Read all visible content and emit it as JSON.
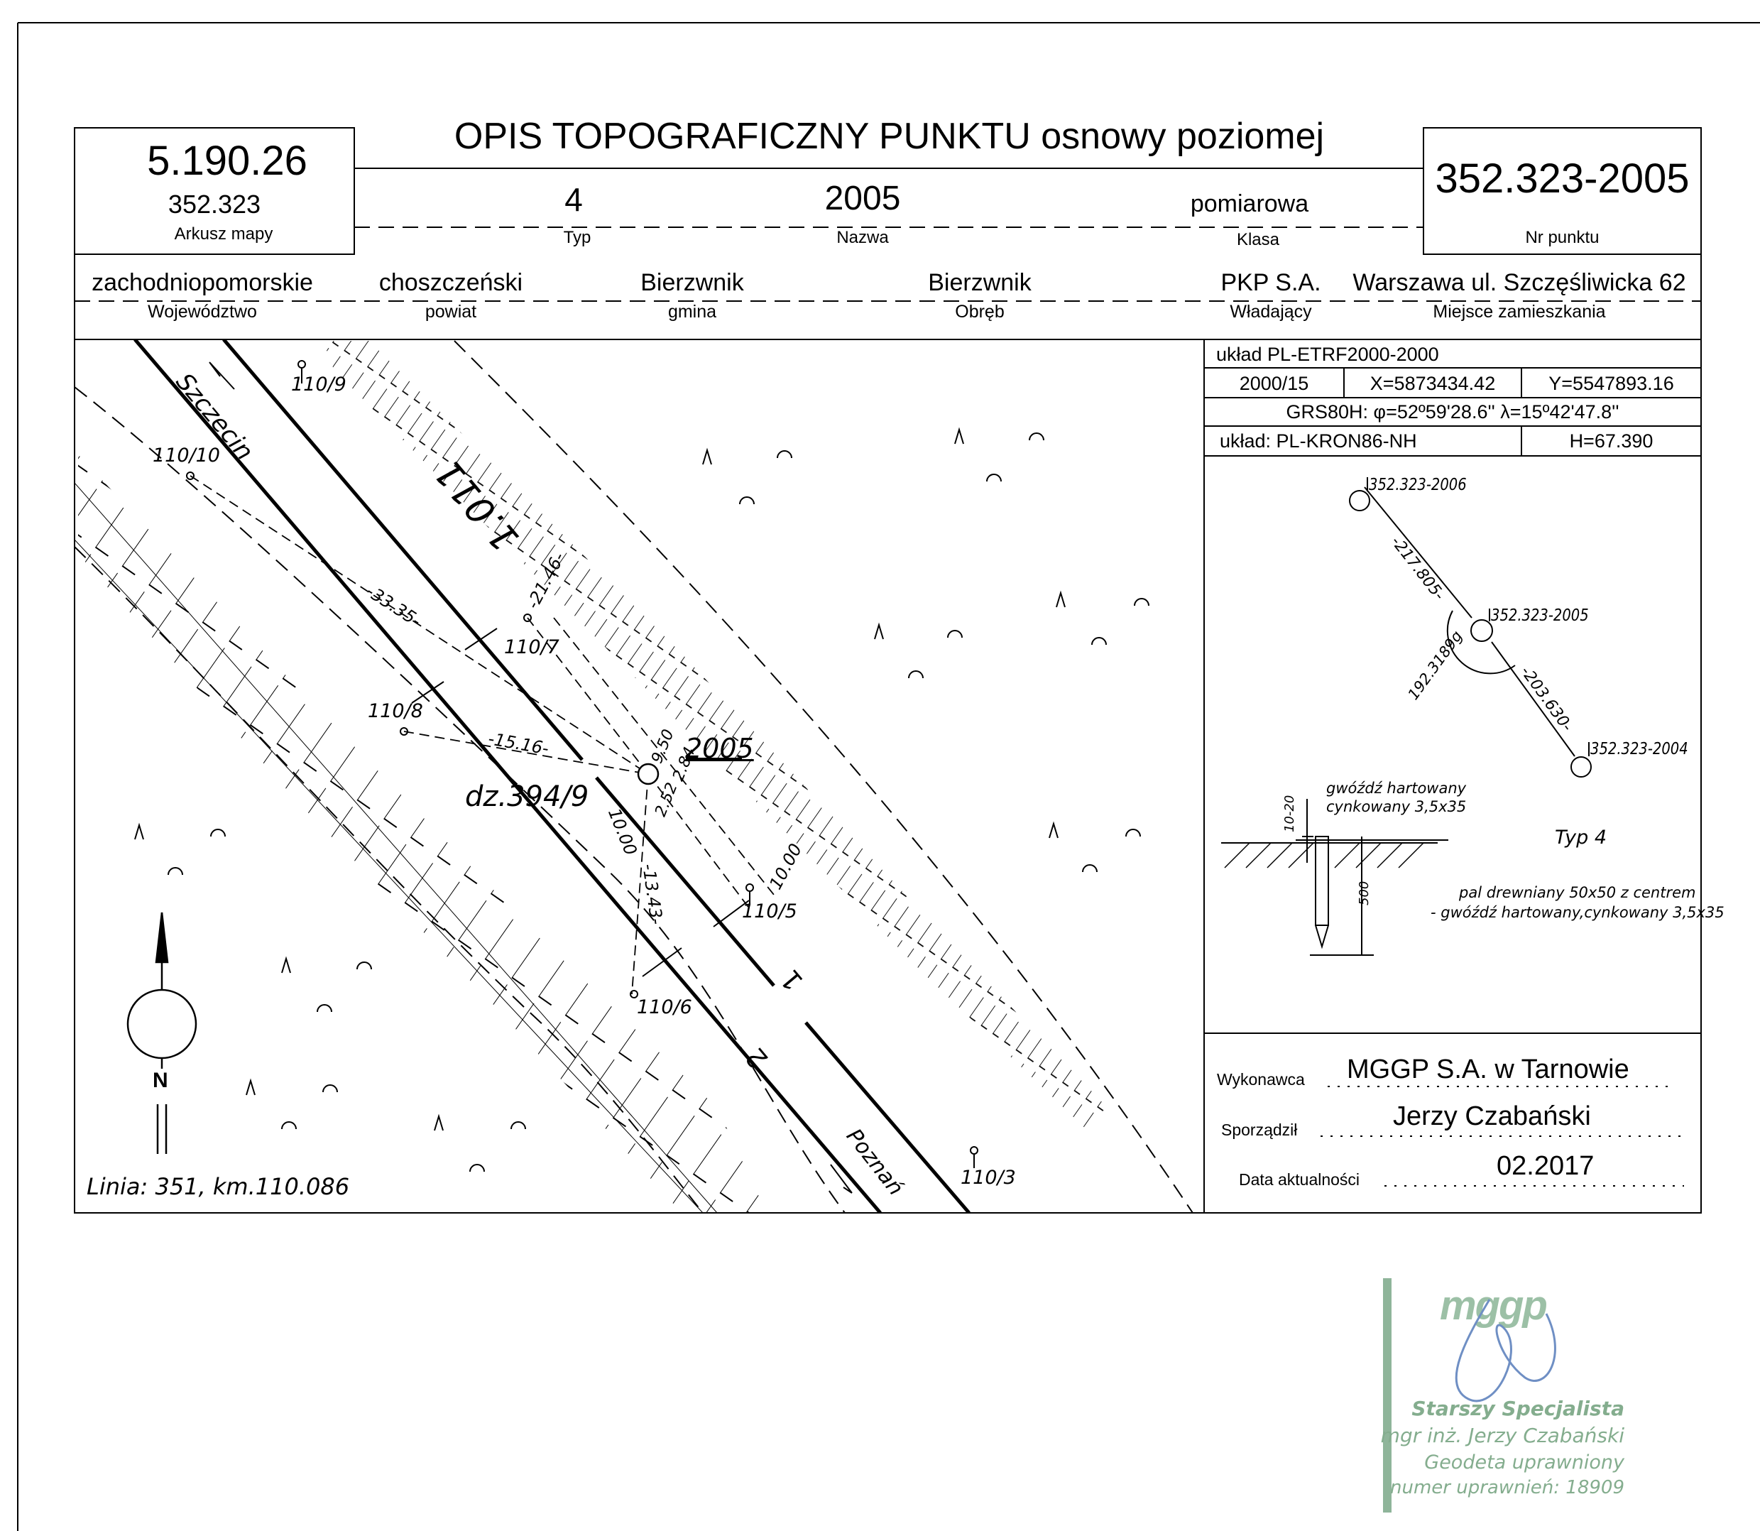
{
  "title": "OPIS TOPOGRAFICZNY PUNKTU osnowy poziomej",
  "sheet": {
    "number": "5.190.26",
    "map": "352.323",
    "label": "Arkusz mapy"
  },
  "point_number": {
    "value": "352.323-2005",
    "label": "Nr punktu"
  },
  "row1": {
    "typ": "4",
    "typ_label": "Typ",
    "nazwa": "2005",
    "nazwa_label": "Nazwa",
    "klasa": "pomiarowa",
    "klasa_label": "Klasa"
  },
  "row2": {
    "wojewodztwo": "zachodniopomorskie",
    "wojewodztwo_label": "Województwo",
    "powiat": "choszczeński",
    "powiat_label": "powiat",
    "gmina": "Bierzwnik",
    "gmina_label": "gmina",
    "obreb": "Bierzwnik",
    "obreb_label": "Obręb",
    "wladajacy": "PKP S.A.",
    "wladajacy_label": "Władający",
    "miejsce": "Warszawa ul. Szczęśliwicka 62",
    "miejsce_label": "Miejsce zamieszkania"
  },
  "coords": {
    "system": "układ PL-ETRF2000-2000",
    "zone": "2000/15",
    "x": "X=5873434.42",
    "y": "Y=5547893.16",
    "grs": "GRS80H: φ=52º59'28.6'' λ=15º42'47.8''",
    "height_system": "układ: PL-KRON86-NH",
    "h": "H=67.390"
  },
  "sketch": {
    "p2006": "352.323-2006",
    "p2005": "352.323-2005",
    "p2004": "352.323-2004",
    "d1": "-217.805-",
    "d2": "-203.630-",
    "angle": "192.3189g",
    "nail1": "gwóźdź hartowany",
    "nail2": "cynkowany 3,5x35",
    "dim1": "10-20",
    "dim2": "500",
    "typ": "Typ 4",
    "post1": "pal drewniany 50x50  z centrem",
    "post2": "- gwóźdź hartowany,cynkowany 3,5x35"
  },
  "signoff": {
    "wykonawca_label": "Wykonawca",
    "wykonawca": "MGGP S.A.  w Tarnowie",
    "sporzadzil_label": "Sporządził",
    "sporzadzil": "Jerzy Czabański",
    "data_label": "Data aktualności",
    "data": "02.2017"
  },
  "map": {
    "szczecin": "Szczecin",
    "poznan": "Poznań",
    "track": "1.011",
    "parcel": "dz.394/9",
    "point": "2005",
    "line_info": "Linia: 351, km.110.086",
    "n_label": "N",
    "track1": "1",
    "track2": "2",
    "k109": "110/9",
    "k1010": "110/10",
    "k107": "110/7",
    "k108": "110/8",
    "k105": "110/5",
    "k106": "110/6",
    "k103": "110/3",
    "m3335": "-33.35-",
    "m2146": "-21.46-",
    "m1516": "-15.16-",
    "m950": "9.50",
    "m284": "2.84",
    "m252": "2.52",
    "m1000a": "10.00",
    "m1343": "-13.43-",
    "m1000b": "10.00"
  },
  "stamp": {
    "logo": "mggp",
    "line1": "Starszy Specjalista",
    "line2": "mgr inż. Jerzy Czabański",
    "line3": "Geodeta uprawniony",
    "line4": "numer uprawnień: 18909"
  }
}
